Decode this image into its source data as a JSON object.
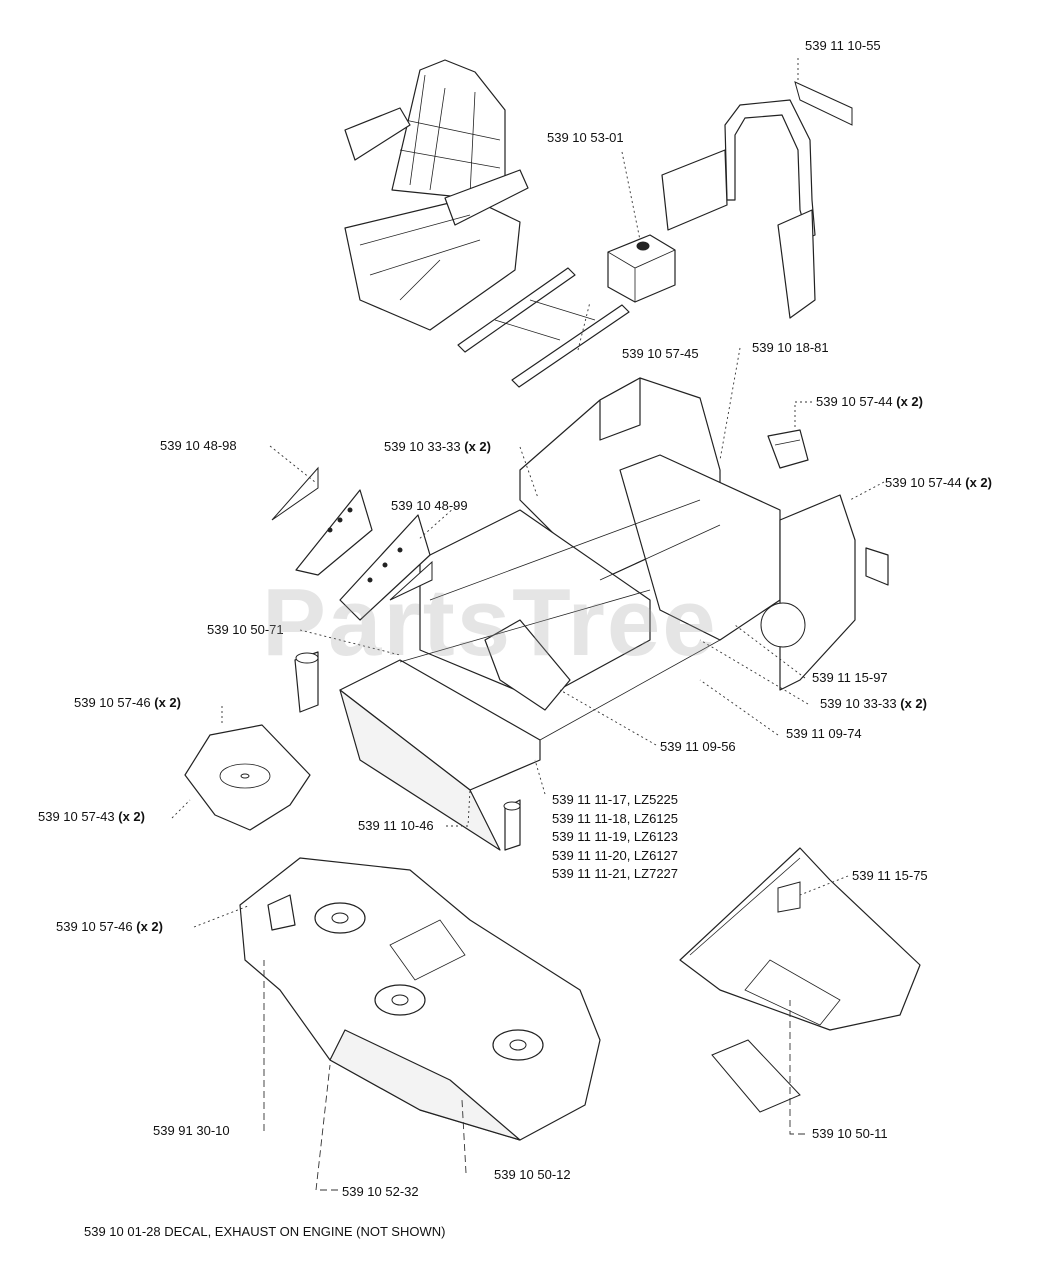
{
  "watermark": "PartsTree",
  "footer_note": "539 10 01-28 DECAL, EXHAUST ON ENGINE (NOT SHOWN)",
  "callouts": {
    "c1": "539 11 10-55",
    "c2": "539 10 53-01",
    "c3": "539 10 57-45",
    "c4": "539 10 18-81",
    "c5": "539 10 57-44",
    "c6": "539 10 57-44",
    "c7": "539 10 48-98",
    "c8": "539 10 33-33",
    "c9": "539 10 48-99",
    "c10": "539 10 50-71",
    "c11": "539 11 15-97",
    "c12": "539 10 33-33",
    "c13": "539 10 57-46",
    "c14": "539 11 09-74",
    "c15": "539 11 09-56",
    "c16": "539 10 57-43",
    "c17": "539 11 10-46",
    "c18": "539 10 57-46",
    "c19": "539 11 15-75",
    "c20": "539 91 30-10",
    "c21": "539 10 50-11",
    "c22": "539 10 50-12",
    "c23": "539 10 52-32"
  },
  "qty": {
    "c5": "(x 2)",
    "c6": "(x 2)",
    "c8": "(x 2)",
    "c12": "(x 2)",
    "c13": "(x 2)",
    "c16": "(x 2)",
    "c18": "(x 2)"
  },
  "variants": [
    "539 11 11-17, LZ5225",
    "539 11 11-18, LZ6125",
    "539 11 11-19, LZ6123",
    "539 11 11-20, LZ6127",
    "539 11 11-21, LZ7227"
  ]
}
